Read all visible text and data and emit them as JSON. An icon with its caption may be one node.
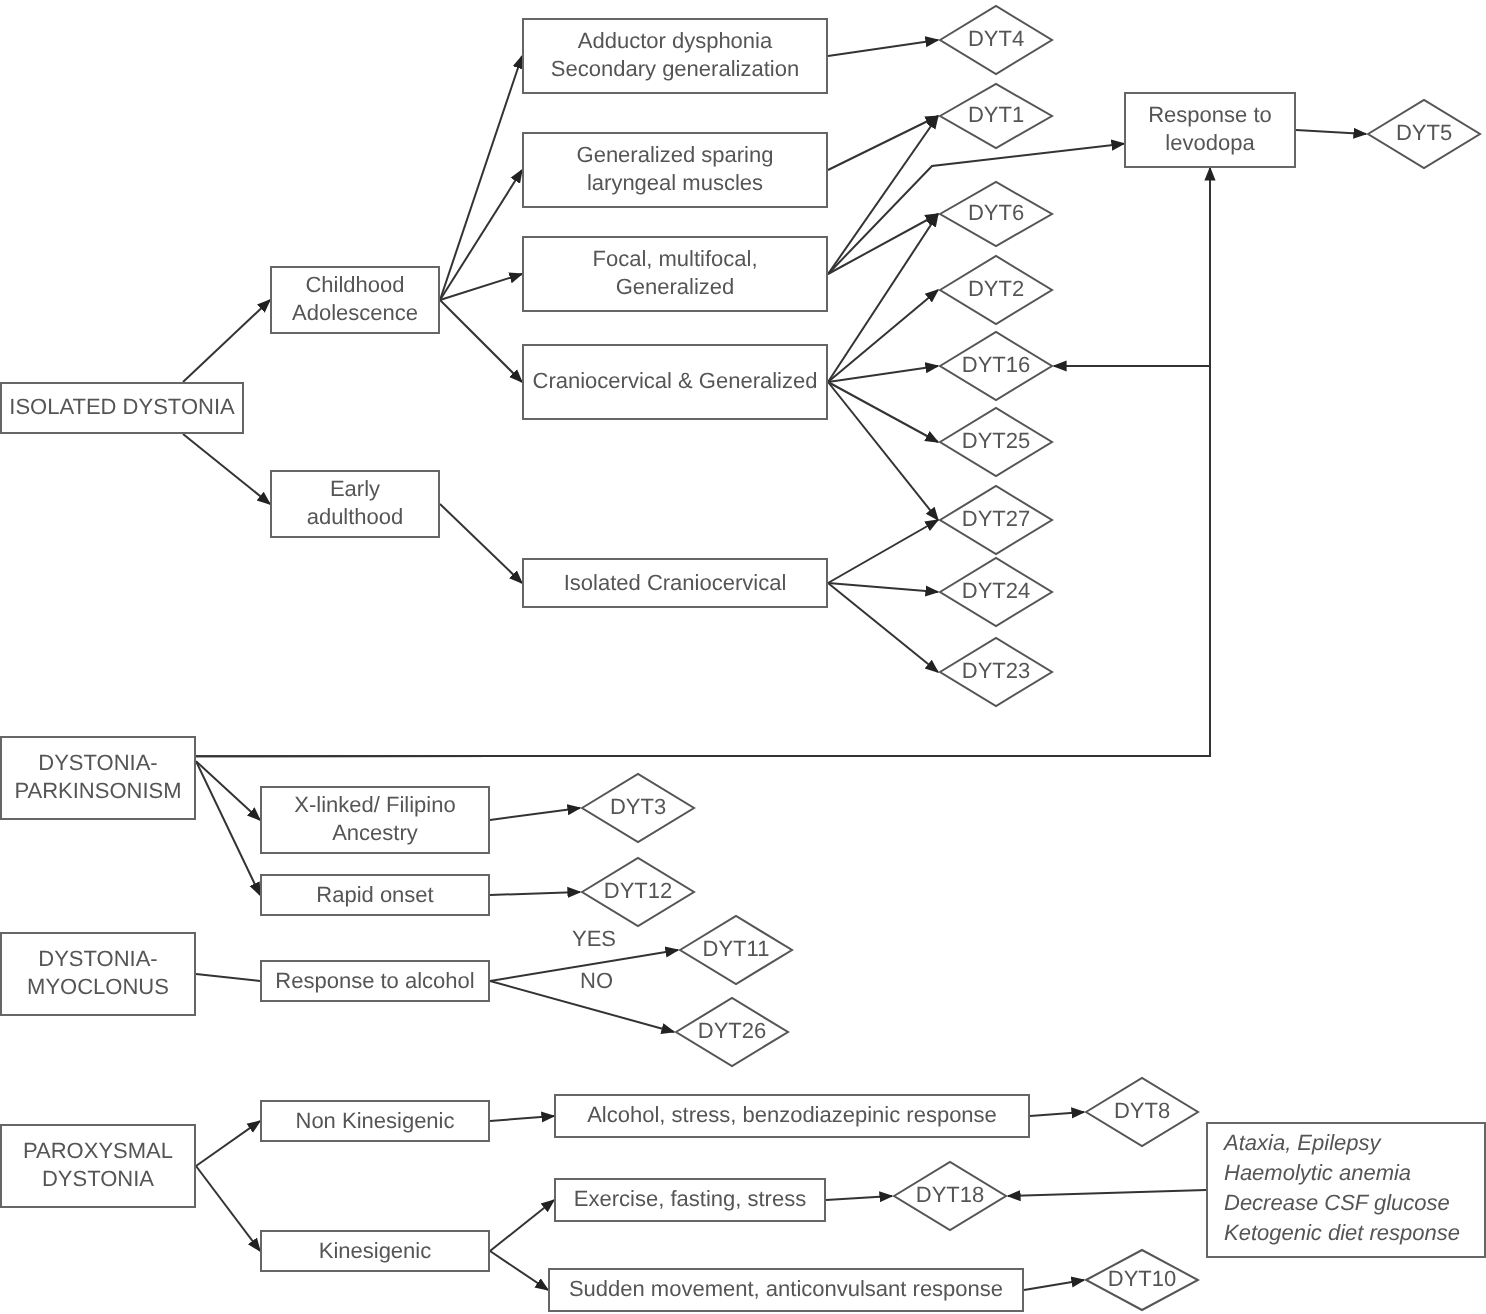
{
  "diagram": {
    "nodes": [
      {
        "text": [
          "ISOLATED DYSTONIA"
        ]
      },
      {
        "text": [
          "Childhood Adolescence"
        ]
      },
      {
        "text": [
          "Early adulthood"
        ]
      },
      {
        "text": [
          "Adductor dysphonia Secondary generalization"
        ]
      },
      {
        "text": [
          "Generalized sparing laryngeal muscles"
        ]
      },
      {
        "text": [
          "Focal, multifocal, Generalized"
        ]
      },
      {
        "text": [
          "Craniocervical & Generalized"
        ]
      },
      {
        "text": [
          "Isolated Craniocervical"
        ]
      },
      {
        "text": [
          "DYT4"
        ]
      },
      {
        "text": [
          "DYT1"
        ]
      },
      {
        "text": [
          "Response to levodopa"
        ]
      },
      {
        "text": [
          "DYT5"
        ]
      },
      {
        "text": [
          "DYT6"
        ]
      },
      {
        "text": [
          "DYT2"
        ]
      },
      {
        "text": [
          "DYT16"
        ]
      },
      {
        "text": [
          "DYT25"
        ]
      },
      {
        "text": [
          "DYT27"
        ]
      },
      {
        "text": [
          "DYT24"
        ]
      },
      {
        "text": [
          "DYT23"
        ]
      },
      {
        "text": [
          "DYSTONIA-PARKINSONISM"
        ]
      },
      {
        "text": [
          "X-linked/ Filipino Ancestry"
        ]
      },
      {
        "text": [
          "Rapid onset"
        ]
      },
      {
        "text": [
          "DYT3"
        ]
      },
      {
        "text": [
          "DYT12"
        ]
      },
      {
        "text": [
          "DYSTONIA-MYOCLONUS"
        ]
      },
      {
        "text": [
          "Response to alcohol"
        ]
      },
      {
        "text": [
          "DYT11"
        ]
      },
      {
        "text": [
          "DYT26"
        ]
      },
      {
        "text": [
          "PAROXYSMAL DYSTONIA"
        ]
      },
      {
        "text": [
          "Non Kinesigenic"
        ]
      },
      {
        "text": [
          "Kinesigenic"
        ]
      },
      {
        "text": [
          "Alcohol, stress, benzodiazepinic response"
        ]
      },
      {
        "text": [
          "Exercise, fasting, stress"
        ]
      },
      {
        "text": [
          "Sudden movement, anticonvulsant response"
        ]
      },
      {
        "text": [
          "DYT8"
        ]
      },
      {
        "text": [
          "DYT18"
        ]
      },
      {
        "text": [
          "DYT10"
        ]
      },
      {
        "text": [
          "Ataxia, Epilepsy",
          "Haemolytic anemia",
          "Decrease CSF glucose",
          "Ketogenic diet response"
        ]
      }
    ],
    "edges": [
      {
        "from": 0,
        "to": 1,
        "arrow": "to"
      },
      {
        "from": 0,
        "to": 2,
        "arrow": "to"
      },
      {
        "from": 1,
        "to": 3,
        "arrow": "to"
      },
      {
        "from": 1,
        "to": 4,
        "arrow": "to"
      },
      {
        "from": 1,
        "to": 5,
        "arrow": "to"
      },
      {
        "from": 1,
        "to": 6,
        "arrow": "to"
      },
      {
        "from": 2,
        "to": 7,
        "arrow": "to"
      },
      {
        "from": 3,
        "to": 8,
        "arrow": "to"
      },
      {
        "from": 4,
        "to": 9,
        "arrow": "to"
      },
      {
        "from": 5,
        "to": 9,
        "arrow": "to"
      },
      {
        "from": 5,
        "to": 10,
        "arrow": "to"
      },
      {
        "from": 5,
        "to": 12,
        "arrow": "to"
      },
      {
        "from": 6,
        "to": 12,
        "arrow": "to"
      },
      {
        "from": 6,
        "to": 13,
        "arrow": "to"
      },
      {
        "from": 6,
        "to": 14,
        "arrow": "to"
      },
      {
        "from": 6,
        "to": 15,
        "arrow": "to"
      },
      {
        "from": 6,
        "to": 16,
        "arrow": "to"
      },
      {
        "from": 7,
        "to": 16,
        "arrow": "to"
      },
      {
        "from": 7,
        "to": 17,
        "arrow": "to"
      },
      {
        "from": 7,
        "to": 18,
        "arrow": "to"
      },
      {
        "from": 10,
        "to": 11,
        "arrow": "to"
      },
      {
        "from": 19,
        "to": 10,
        "arrow": "to"
      },
      {
        "from": 19,
        "to": 14,
        "arrow": "to"
      },
      {
        "from": 19,
        "to": 20,
        "arrow": "to"
      },
      {
        "from": 19,
        "to": 21,
        "arrow": "to"
      },
      {
        "from": 20,
        "to": 22,
        "arrow": "to"
      },
      {
        "from": 21,
        "to": 23,
        "arrow": "to"
      },
      {
        "from": 24,
        "to": 25,
        "arrow": "none"
      },
      {
        "from": 25,
        "to": 26,
        "arrow": "to",
        "label": "YES"
      },
      {
        "from": 25,
        "to": 27,
        "arrow": "to",
        "label": "NO"
      },
      {
        "from": 28,
        "to": 29,
        "arrow": "to"
      },
      {
        "from": 28,
        "to": 30,
        "arrow": "to"
      },
      {
        "from": 29,
        "to": 31,
        "arrow": "to"
      },
      {
        "from": 30,
        "to": 32,
        "arrow": "to"
      },
      {
        "from": 30,
        "to": 33,
        "arrow": "to"
      },
      {
        "from": 31,
        "to": 34,
        "arrow": "to"
      },
      {
        "from": 32,
        "to": 35,
        "arrow": "to"
      },
      {
        "from": 33,
        "to": 36,
        "arrow": "to"
      },
      {
        "from": 37,
        "to": 35,
        "arrow": "to"
      }
    ]
  }
}
